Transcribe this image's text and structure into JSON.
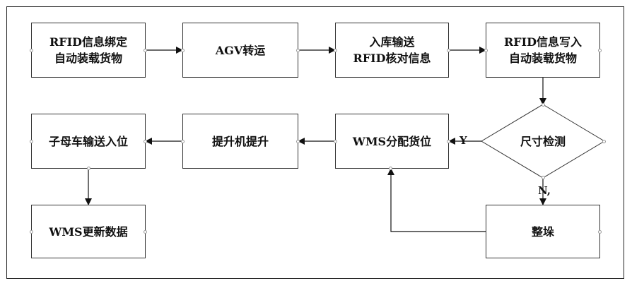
{
  "nodes": {
    "n1": [
      "RFID信息绑定",
      "自动装载货物"
    ],
    "n2": [
      "AGV转运"
    ],
    "n3": [
      "入库输送",
      "RFID核对信息"
    ],
    "n4": [
      "RFID信息写入",
      "自动装载货物"
    ],
    "n5": [
      "尺寸检测"
    ],
    "n6": [
      "WMS分配货位"
    ],
    "n7": [
      "提升机提升"
    ],
    "n8": [
      "子母车输送入位"
    ],
    "n9": [
      "WMS更新数据"
    ],
    "n10": [
      "整垛"
    ]
  },
  "edge_labels": {
    "yes": "Y",
    "no": "N,"
  }
}
